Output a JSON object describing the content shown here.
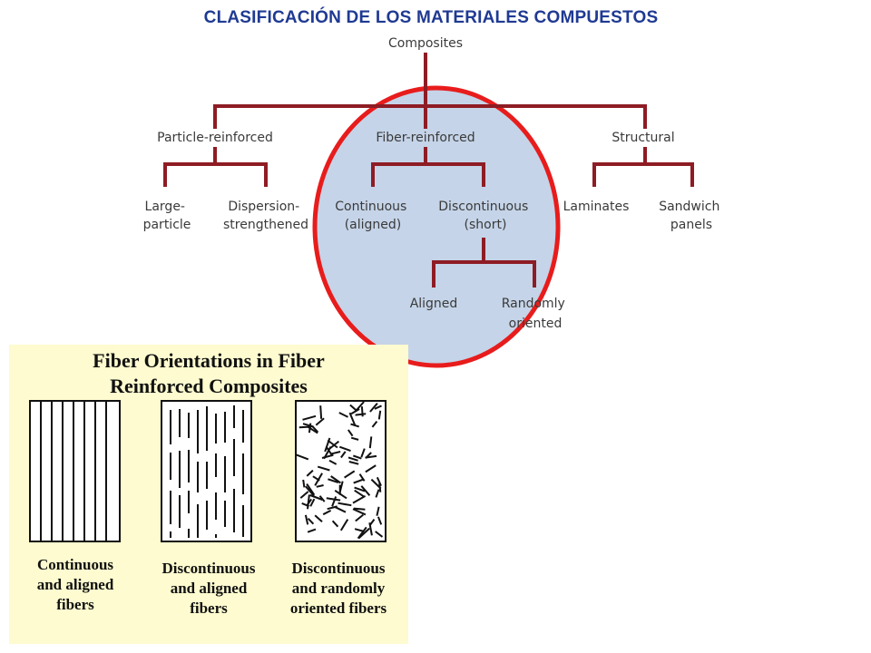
{
  "title": "CLASIFICACIÓN DE LOS MATERIALES COMPUESTOS",
  "tree": {
    "root": "Composites",
    "level1": [
      "Particle-reinforced",
      "Fiber-reinforced",
      "Structural"
    ],
    "particle": {
      "child1_lines": [
        "Large-",
        "particle"
      ],
      "child2_lines": [
        "Dispersion-",
        "strengthened"
      ]
    },
    "fiber": {
      "child1_lines": [
        "Continuous",
        "(aligned)"
      ],
      "child2_lines": [
        "Discontinuous",
        "(short)"
      ]
    },
    "discontinuous": {
      "child1": "Aligned",
      "child2_lines": [
        "Randomly",
        "oriented"
      ]
    },
    "structural": {
      "child1": "Laminates",
      "child2_lines": [
        "Sandwich",
        "panels"
      ]
    }
  },
  "colors": {
    "title": "#1f3a93",
    "connector": "#8e1c24",
    "highlight_fill": "#c5d4e8",
    "highlight_ring": "#e81c1c",
    "panel_bg": "#fdfbcf"
  },
  "panel": {
    "title_lines": [
      "Fiber Orientations in Fiber",
      "Reinforced Composites"
    ],
    "captions": [
      [
        "Continuous",
        "and aligned",
        "fibers"
      ],
      [
        "Discontinuous",
        "and aligned",
        "fibers"
      ],
      [
        "Discontinuous",
        "and randomly",
        "oriented fibers"
      ]
    ]
  }
}
